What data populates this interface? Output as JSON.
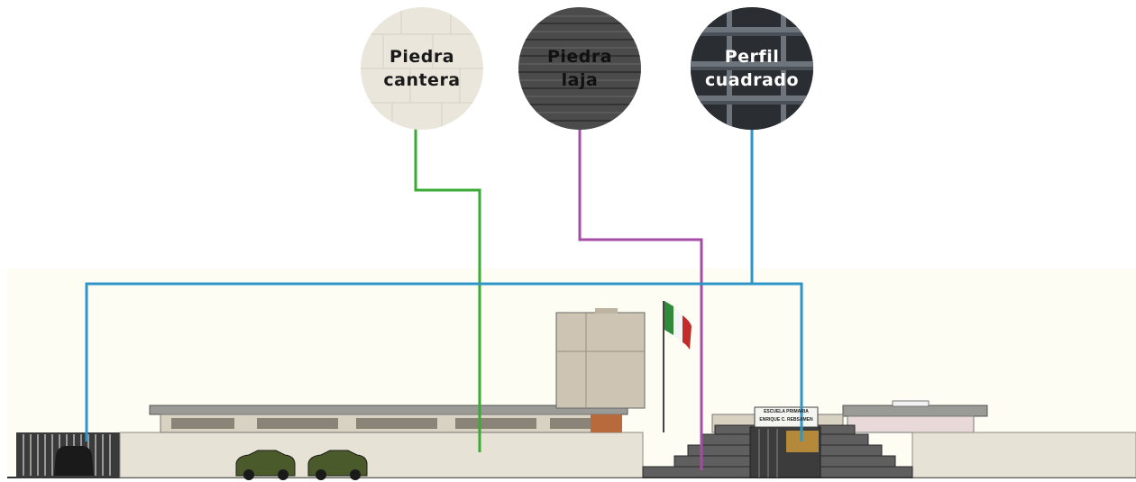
{
  "materials": [
    {
      "key": "cantera",
      "line1": "Piedra",
      "line2": "cantera",
      "line_color": "#3aaa35"
    },
    {
      "key": "laja",
      "line1": "Piedra",
      "line2": "laja",
      "line_color": "#a64ca6"
    },
    {
      "key": "perfil",
      "line1": "Perfil",
      "line2": "cuadrado",
      "line_color": "#2e95c8"
    }
  ],
  "school_sign": {
    "line1": "ESCUELA PRIMARIA",
    "line2": "ENRIQUE C. REBSAMEN"
  },
  "colors": {
    "concrete": "#e3e0d2",
    "roof": "#8c8c88",
    "stone_laja": "#5f5f5f",
    "tower": "#c9bfb0",
    "flag_green": "#2f8a3a",
    "flag_red": "#c42c2c",
    "car": "#4a5a2a"
  }
}
